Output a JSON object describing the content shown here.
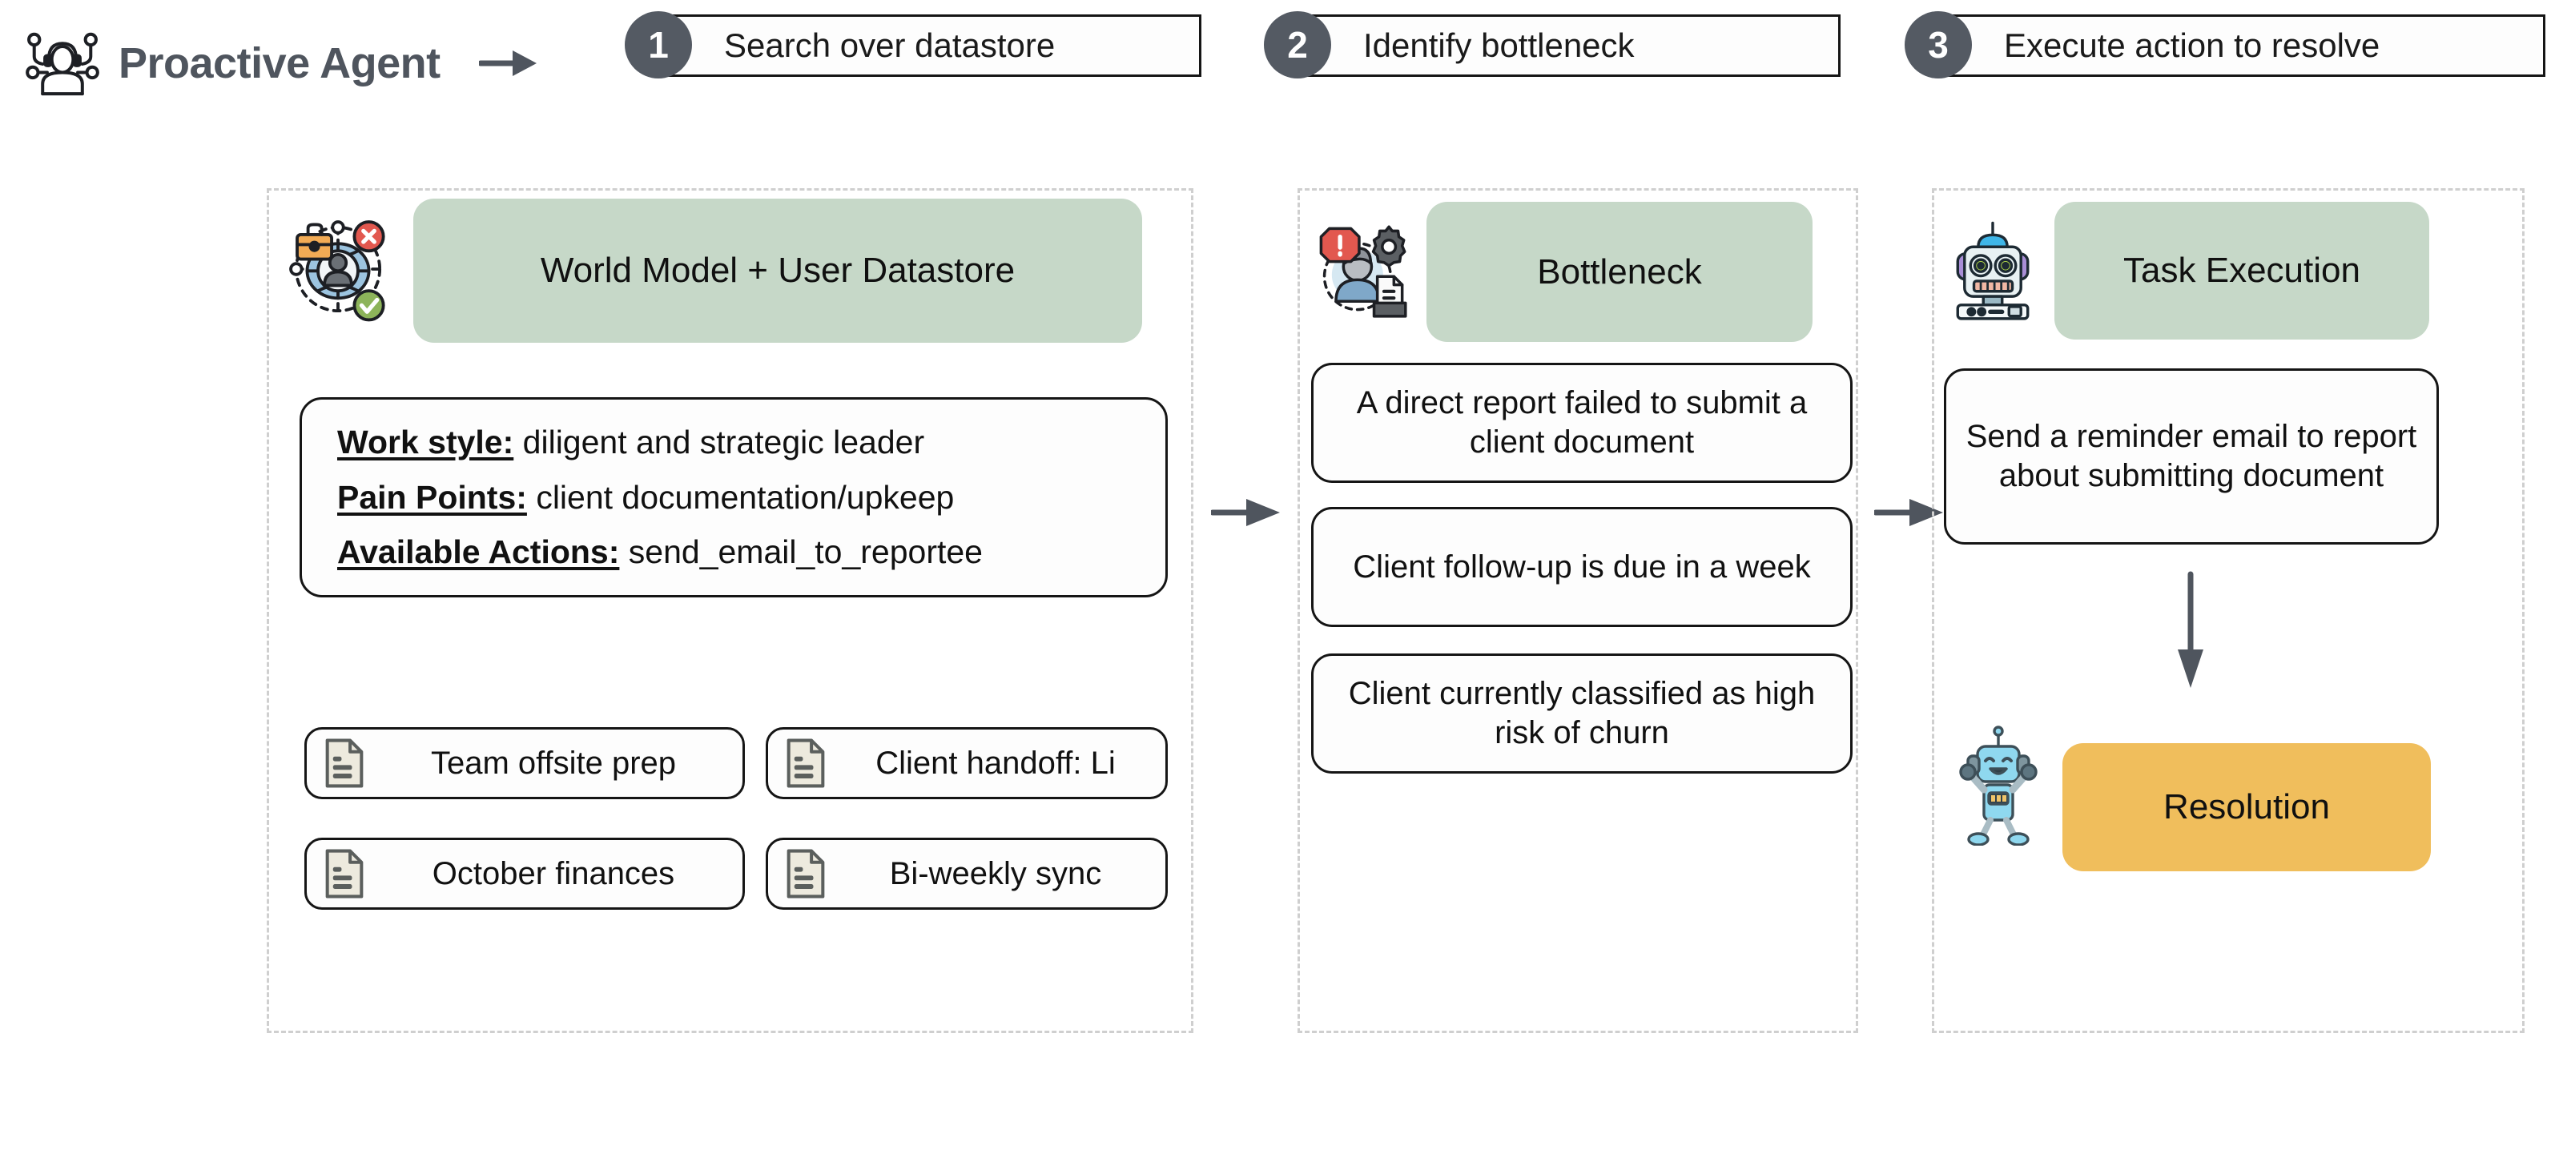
{
  "brand": {
    "title": "Proactive Agent",
    "icon": "agent-network-icon",
    "arrow_icon": "arrow-right-icon"
  },
  "colors": {
    "step_circle": "#545a63",
    "header_pill_green": "#c6d8c8",
    "resolution_orange": "#f0be5c",
    "panel_dashed_border": "#cfcfcf",
    "card_border": "#151515",
    "arrow_gray": "#4f555e"
  },
  "steps": [
    {
      "number": "1",
      "label": "Search over datastore"
    },
    {
      "number": "2",
      "label": "Identify bottleneck"
    },
    {
      "number": "3",
      "label": "Execute action to resolve"
    }
  ],
  "panel1": {
    "icon": "world-model-user-icon",
    "header": "World Model + User Datastore",
    "profile": [
      {
        "label": "Work style:",
        "value": "diligent and strategic leader"
      },
      {
        "label": "Pain Points:",
        "value": "client documentation/upkeep"
      },
      {
        "label": "Available Actions:",
        "value": "send_email_to_reportee"
      }
    ],
    "documents": [
      {
        "title": "Team offsite prep",
        "icon": "document-icon"
      },
      {
        "title": "Client handoff: Li",
        "icon": "document-icon"
      },
      {
        "title": "October finances",
        "icon": "document-icon"
      },
      {
        "title": "Bi-weekly sync",
        "icon": "document-icon"
      }
    ]
  },
  "panel2": {
    "icon": "bottleneck-alert-user-icon",
    "header": "Bottleneck",
    "items": [
      "A direct report failed to submit a client document",
      "Client follow-up is due in a week",
      "Client currently classified as high risk of churn"
    ]
  },
  "panel3": {
    "icon": "robot-head-icon",
    "header": "Task Execution",
    "action": "Send a reminder email to report about submitting document",
    "arrow_icon": "arrow-down-icon",
    "resolution_icon": "robot-celebrating-icon",
    "resolution": "Resolution"
  },
  "connectors": {
    "step1_to_step2": "arrow-right-icon",
    "step2_to_step3": "arrow-right-icon"
  }
}
